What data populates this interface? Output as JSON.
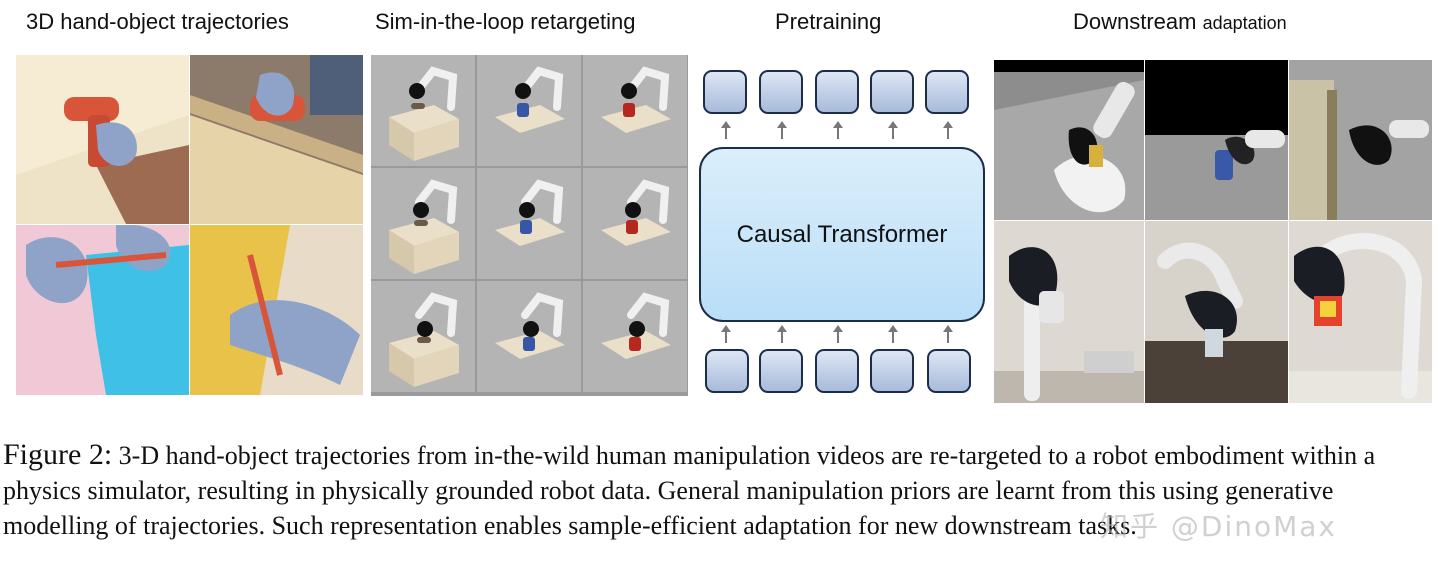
{
  "sections": {
    "trajectories": "3D hand-object trajectories",
    "retargeting": "Sim-in-the-loop retargeting",
    "pretraining": "Pretraining",
    "downstream_main": "Downstream",
    "downstream_small": "adaptation"
  },
  "model": {
    "label": "Causal Transformer"
  },
  "caption": {
    "label": "Figure 2:",
    "text": "3-D hand-object trajectories from in-the-wild human manipulation videos are re-targeted to a robot embodiment within a physics simulator, resulting in physically grounded robot data. General manipulation priors are learnt from this using generative modelling of trajectories. Such representation enables sample-efficient adaptation for new downstream tasks."
  },
  "watermark": "知乎 @DinoMax",
  "colors": {
    "token_border": "#1c2d4a",
    "transformer_fill": "#c9e7fa",
    "hand_mesh": "#8fa3c8",
    "drill": "#d9553a"
  }
}
